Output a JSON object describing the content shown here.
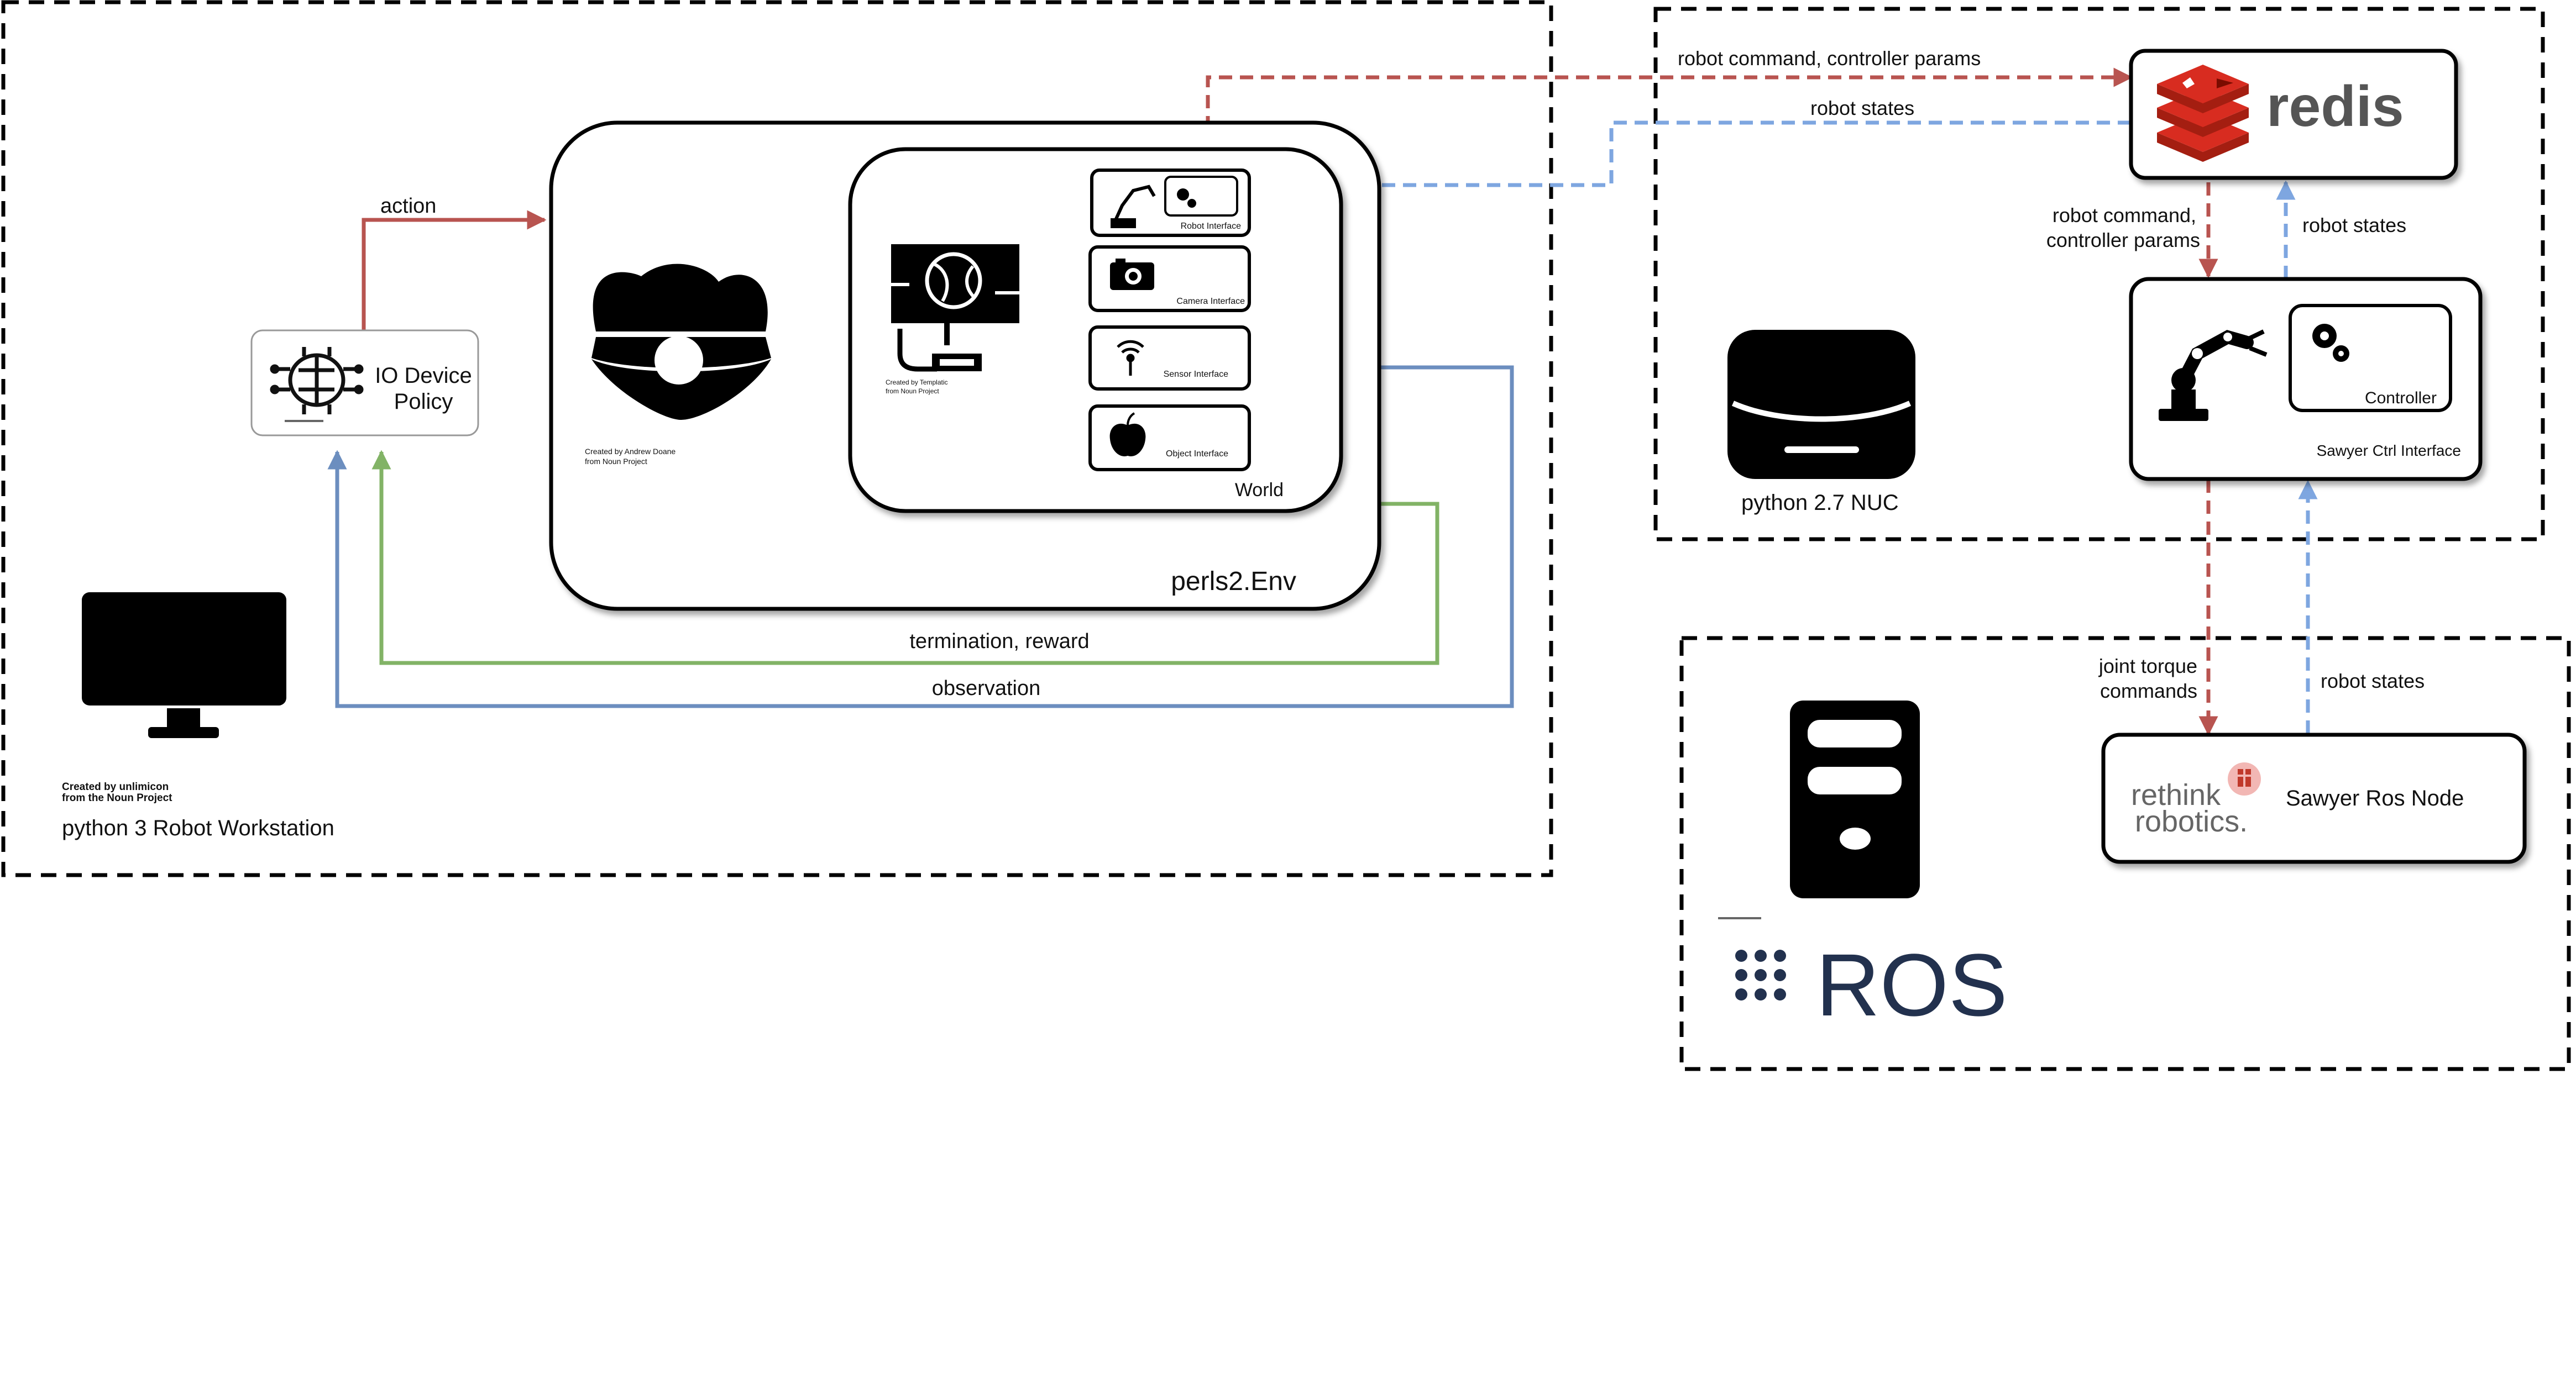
{
  "colors": {
    "red": "#b85450",
    "blue": "#6c8ebf",
    "lightblue": "#7ea6e0",
    "green": "#82b366",
    "black": "#000000",
    "redis_red": "#d82c20",
    "ros_navy": "#22314e"
  },
  "workstation": {
    "label": "python 3  Robot Workstation",
    "credit_line1": "Created by unlimicon",
    "credit_line2": "from the Noun Project",
    "icon": "monitor-icon"
  },
  "policy": {
    "label_line1": "IO Device",
    "label_line2": "Policy",
    "icon": "brain-circuit-icon"
  },
  "env": {
    "label": "perls2.Env",
    "icon": "oyster-pearl-icon",
    "credit_line1": "Created by Andrew Doane",
    "credit_line2": "from Noun Project"
  },
  "world": {
    "label": "World",
    "icon": "globe-monitor-icon",
    "credit_line1": "Created by Templatic",
    "credit_line2": "from Noun Project",
    "interfaces": [
      {
        "label": "Robot Interface",
        "icon": "robot-arm-icon"
      },
      {
        "label": "Camera Interface",
        "icon": "camera-icon"
      },
      {
        "label": "Sensor Interface",
        "icon": "wifi-signal-icon"
      },
      {
        "label": "Object Interface",
        "icon": "apple-icon"
      }
    ]
  },
  "arrows": {
    "action": "action",
    "termination": "termination, reward",
    "observation": "observation",
    "robot_command_top": "robot command, controller params",
    "robot_states_top": "robot states",
    "robot_command_line1": "robot command,",
    "robot_command_line2": "controller params",
    "robot_states_right": "robot states",
    "joint_torque_line1": "joint torque",
    "joint_torque_line2": "commands",
    "robot_states_ros": "robot states"
  },
  "nuc": {
    "label": "python 2.7  NUC",
    "icon": "mini-pc-icon"
  },
  "redis": {
    "label": "redis",
    "icon": "redis-logo-icon"
  },
  "sawyer_ctrl": {
    "label": "Sawyer Ctrl Interface",
    "controller_label": "Controller",
    "icon": "sawyer-arm-icon"
  },
  "ros": {
    "logo_text": "ROS",
    "icon": "server-tower-icon",
    "node_label": "Sawyer Ros Node",
    "rethink_line1": "rethink",
    "rethink_line2": "robotics."
  }
}
